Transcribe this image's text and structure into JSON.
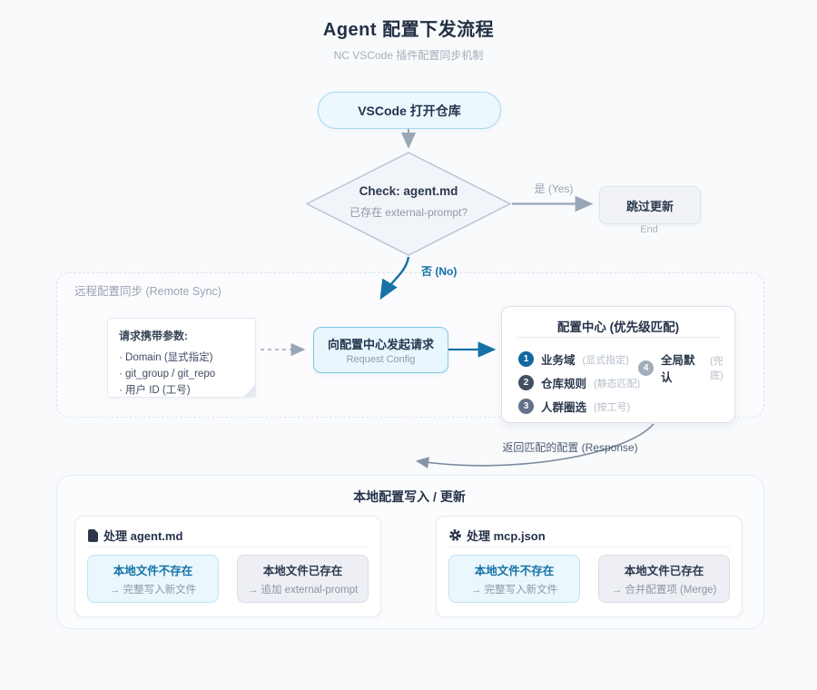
{
  "header": {
    "title": "Agent 配置下发流程",
    "subtitle": "NC VSCode 插件配置同步机制"
  },
  "flow": {
    "start_label": "VSCode 打开仓库",
    "decision": {
      "title": "Check: agent.md",
      "subtitle": "已存在 external-prompt?"
    },
    "edges": {
      "yes": "是 (Yes)",
      "no": "否 (No)",
      "response": "返回匹配的配置 (Response)"
    },
    "skip": {
      "label": "跳过更新",
      "end": "End"
    }
  },
  "remote": {
    "label": "远程配置同步 (Remote Sync)",
    "note": {
      "title": "请求携带参数:",
      "items": [
        "· Domain (显式指定)",
        "· git_group / git_repo",
        "· 用户 ID (工号)"
      ]
    },
    "request": {
      "title": "向配置中心发起请求",
      "subtitle": "Request Config"
    },
    "config_center": {
      "title": "配置中心 (优先级匹配)",
      "items": [
        {
          "num": "1",
          "label": "业务域",
          "note": "(显式指定)",
          "color": "#15689f"
        },
        {
          "num": "2",
          "label": "仓库规则",
          "note": "(静态匹配)",
          "color": "#425062"
        },
        {
          "num": "3",
          "label": "人群圈选",
          "note": "(按工号)",
          "color": "#64718a"
        },
        {
          "num": "4",
          "label": "全局默认",
          "note": "(兜底)",
          "color": "#a2adbb"
        }
      ]
    }
  },
  "local": {
    "title": "本地配置写入 / 更新",
    "panels": [
      {
        "header": "处理 agent.md",
        "icon": "file-icon",
        "missing": {
          "title": "本地文件不存在",
          "action": "→ 完整写入新文件"
        },
        "exists": {
          "title": "本地文件已存在",
          "action": "→ 追加 external-prompt"
        }
      },
      {
        "header": "处理 mcp.json",
        "icon": "gear-icon",
        "missing": {
          "title": "本地文件不存在",
          "action": "→ 完整写入新文件"
        },
        "exists": {
          "title": "本地文件已存在",
          "action": "→ 合并配置项 (Merge)"
        }
      }
    ]
  },
  "colors": {
    "background": "#f8fafc",
    "accent_blue": "#1571a6",
    "arrow_gray": "#9aa6b6",
    "response_curve": "#7b8ba0",
    "node_navy": "#26324a",
    "muted_text": "#8e99a9"
  }
}
